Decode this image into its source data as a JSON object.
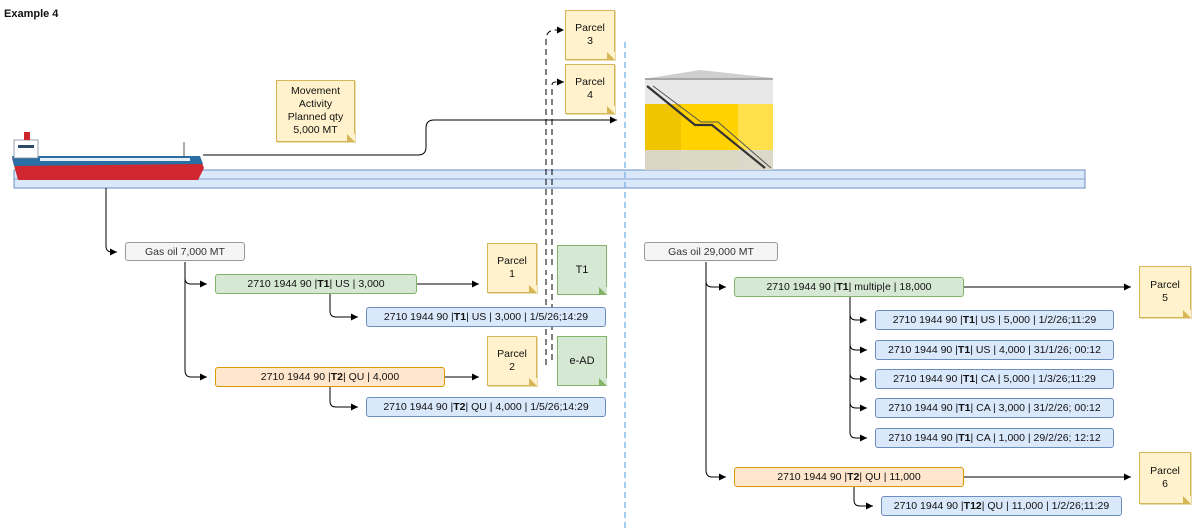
{
  "title": "Example 4",
  "movement_note": "Movement\nActivity\nPlanned qty\n5,000 MT",
  "parcels": {
    "p1": "Parcel\n1",
    "p2": "Parcel\n2",
    "p3": "Parcel\n3",
    "p4": "Parcel\n4",
    "p5": "Parcel\n5",
    "p6": "Parcel\n6"
  },
  "docs": {
    "t1": "T1",
    "ead": "e-AD"
  },
  "left": {
    "header": "Gas oil 7,000 MT",
    "green": {
      "a": "2710 1944 90 | ",
      "b": "T1",
      "c": " | US | 3,000"
    },
    "green_child": {
      "a": "2710 1944 90 | ",
      "b": "T1",
      "c": " | US | 3,000 | 1/5/26;14:29"
    },
    "orange": {
      "a": "2710 1944 90 | ",
      "b": "T2",
      "c": " | QU | 4,000"
    },
    "orange_child": {
      "a": "2710 1944 90 | ",
      "b": "T2",
      "c": " | QU | 4,000 | 1/5/26;14:29"
    }
  },
  "right": {
    "header": "Gas oil 29,000 MT",
    "green": {
      "a": "2710 1944 90 | ",
      "b": "T1",
      "c": " | multip|e | 18,000"
    },
    "green_children": [
      {
        "a": "2710 1944 90 | ",
        "b": "T1",
        "c": " | US | 5,000 | 1/2/26;11:29"
      },
      {
        "a": "2710 1944 90 | ",
        "b": "T1",
        "c": " | US | 4,000 | 31/1/26; 00:12"
      },
      {
        "a": "2710 1944 90 | ",
        "b": "T1",
        "c": " | CA | 5,000 | 1/3/26;11:29"
      },
      {
        "a": "2710 1944 90 | ",
        "b": "T1",
        "c": " | CA | 3,000 | 31/2/26; 00:12"
      },
      {
        "a": "2710 1944 90 | ",
        "b": "T1",
        "c": " | CA | 1,000 | 29/2/26; 12:12"
      }
    ],
    "orange": {
      "a": "2710 1944 90 | ",
      "b": "T2",
      "c": " | QU | 11,000"
    },
    "orange_child": {
      "a": "2710 1944 90 | ",
      "b": "T12",
      "c": "| QU | 11,000 | 1/2/26;11:29"
    }
  },
  "colors": {
    "ship_hull": "#d0262f",
    "ship_deck": "#2a6fa3",
    "tank_yellow": "#ffd200",
    "pipeline_fill": "#dae8fc",
    "divider": "#7eb6e6"
  },
  "icons": {
    "ship": "tanker-ship-icon",
    "tank": "storage-tank-icon"
  }
}
